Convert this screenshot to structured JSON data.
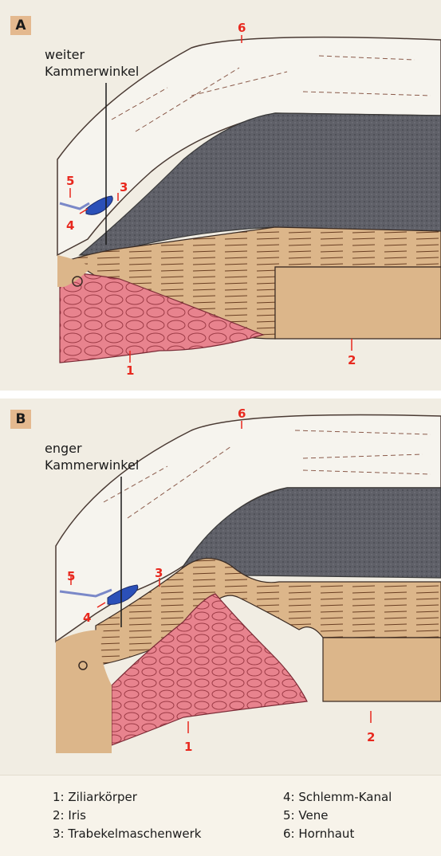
{
  "panels": [
    {
      "id": "A",
      "badge": "A",
      "angle_label_line1": "weiter",
      "angle_label_line2": "Kammerwinkel",
      "markers": [
        "1",
        "2",
        "3",
        "4",
        "5",
        "6"
      ]
    },
    {
      "id": "B",
      "badge": "B",
      "angle_label_line1": "enger",
      "angle_label_line2": "Kammerwinkel",
      "markers": [
        "1",
        "2",
        "3",
        "4",
        "5",
        "6"
      ]
    }
  ],
  "legend": {
    "left": [
      "1: Ziliarkörper",
      "2: Iris",
      "3: Trabekelmaschenwerk"
    ],
    "right": [
      "4: Schlemm-Kanal",
      "5: Vene",
      "6: Hornhaut"
    ]
  },
  "colors": {
    "sclera": "#f6f4ee",
    "cornea_lines": "#8a5a4a",
    "chamber": "#5f6068",
    "iris": "#dcb68a",
    "ciliary": "#e8838e",
    "vein": "#2b50b8",
    "marker": "#e8281e",
    "background": "#f1ede3"
  }
}
